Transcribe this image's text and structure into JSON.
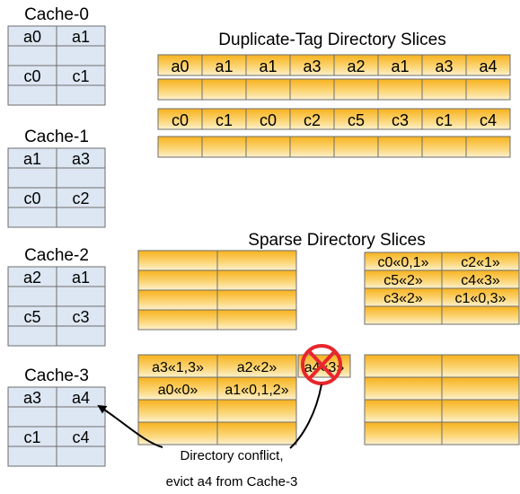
{
  "caches": [
    {
      "label": "Cache-0",
      "rows": [
        [
          "a0",
          "a1"
        ],
        [
          "",
          ""
        ],
        [
          "c0",
          "c1"
        ],
        [
          "",
          ""
        ]
      ]
    },
    {
      "label": "Cache-1",
      "rows": [
        [
          "a1",
          "a3"
        ],
        [
          "",
          ""
        ],
        [
          "c0",
          "c2"
        ],
        [
          "",
          ""
        ]
      ]
    },
    {
      "label": "Cache-2",
      "rows": [
        [
          "a2",
          "a1"
        ],
        [
          "",
          ""
        ],
        [
          "c5",
          "c3"
        ],
        [
          "",
          ""
        ]
      ]
    },
    {
      "label": "Cache-3",
      "rows": [
        [
          "a3",
          "a4"
        ],
        [
          "",
          ""
        ],
        [
          "c1",
          "c4"
        ],
        [
          "",
          ""
        ]
      ]
    }
  ],
  "duplicate_tag": {
    "title": "Duplicate-Tag Directory Slices",
    "rows": [
      [
        "a0",
        "a1",
        "a1",
        "a3",
        "a2",
        "a1",
        "a3",
        "a4"
      ],
      [
        "",
        "",
        "",
        "",
        "",
        "",
        "",
        ""
      ],
      [
        "c0",
        "c1",
        "c0",
        "c2",
        "c5",
        "c3",
        "c1",
        "c4"
      ],
      [
        "",
        "",
        "",
        "",
        "",
        "",
        "",
        ""
      ]
    ]
  },
  "sparse": {
    "title": "Sparse Directory Slices",
    "top_left": [
      [
        "",
        ""
      ],
      [
        "",
        ""
      ],
      [
        "",
        ""
      ],
      [
        "",
        ""
      ]
    ],
    "top_right": [
      [
        "c0«0,1»",
        "c2«1»"
      ],
      [
        "c5«2»",
        "c4«3»"
      ],
      [
        "c3«2»",
        "c1«0,3»"
      ],
      [
        "",
        ""
      ]
    ],
    "bottom_left": [
      [
        "a3«1,3»",
        "a2«2»"
      ],
      [
        "a0«0»",
        "a1«0,1,2»"
      ],
      [
        "",
        ""
      ],
      [
        "",
        ""
      ]
    ],
    "bottom_right": [
      [
        "",
        ""
      ],
      [
        "",
        ""
      ],
      [
        "",
        ""
      ],
      [
        "",
        ""
      ]
    ],
    "evicted_entry": "a4«3»"
  },
  "annotation": {
    "line1": "Directory conflict,",
    "line2": "evict a4 from Cache-3"
  },
  "colors": {
    "cache_cell": "#dde7f3",
    "gold_top": "#f7b21d",
    "gold_bottom": "#fdf1cd",
    "prohibit": "#e8262c",
    "grid": "#6e6e6e"
  }
}
